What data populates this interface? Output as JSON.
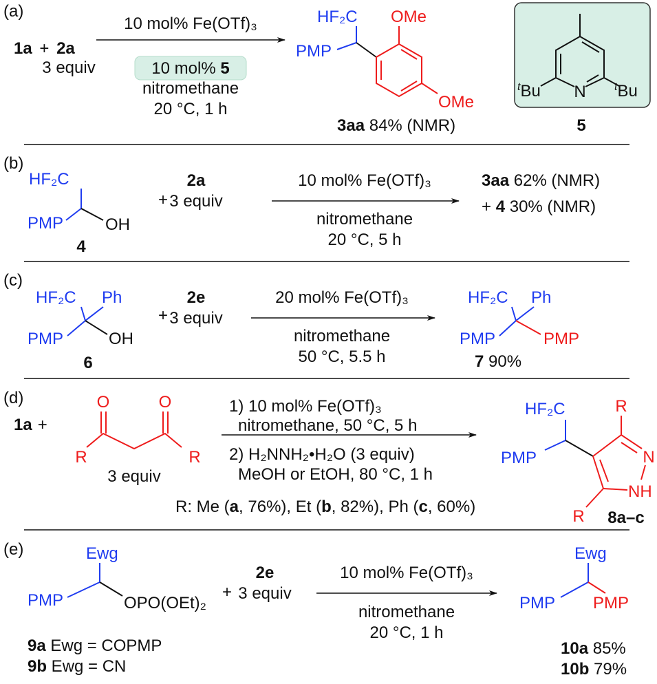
{
  "panel_a": {
    "label": "(a)",
    "reactant1": "1a",
    "plus": "+",
    "reactant2": "2a",
    "equiv": "3 equiv",
    "catalyst": "10 mol% Fe(OTf)₃",
    "additive_prefix": "10 mol% ",
    "additive_id": "5",
    "solvent": "nitromethane",
    "conditions": "20 °C, 1 h",
    "product_hf2c": "HF₂C",
    "product_pmp": "PMP",
    "product_ome_top": "OMe",
    "product_ome_bottom": "OMe",
    "product_id": "3aa",
    "product_yield": " 84% (NMR)",
    "additive_structure": {
      "t": "t",
      "bu": "Bu",
      "n": "N",
      "id": "5"
    },
    "highlight_color": "#d8efe6"
  },
  "panel_b": {
    "label": "(b)",
    "sm_hf2c": "HF₂C",
    "sm_pmp": "PMP",
    "sm_oh": "OH",
    "sm_id": "4",
    "plus": "+",
    "reactant2": "2a",
    "equiv": "3 equiv",
    "catalyst": "10 mol% Fe(OTf)₃",
    "solvent": "nitromethane",
    "conditions": "20 °C, 5 h",
    "product1_id": "3aa",
    "product1_yield": " 62% (NMR)",
    "product2_prefix": "+ ",
    "product2_id": "4",
    "product2_yield": " 30% (NMR)"
  },
  "panel_c": {
    "label": "(c)",
    "sm_hf2c": "HF₂C",
    "sm_ph": "Ph",
    "sm_pmp": "PMP",
    "sm_oh": "OH",
    "sm_id": "6",
    "plus": "+",
    "reactant2": "2e",
    "equiv": "3 equiv",
    "catalyst": "20 mol% Fe(OTf)₃",
    "solvent": "nitromethane",
    "conditions": "50 °C, 5.5 h",
    "product_hf2c": "HF₂C",
    "product_ph": "Ph",
    "product_pmp_blue": "PMP",
    "product_pmp_red": "PMP",
    "product_id": "7",
    "product_yield": " 90%"
  },
  "panel_d": {
    "label": "(d)",
    "reactant1": "1a",
    "plus": "+",
    "diketone_o": "O",
    "diketone_r": "R",
    "equiv": "3 equiv",
    "step1_line1": "1) 10 mol% Fe(OTf)₃",
    "step1_line2": "nitromethane, 50 °C, 5 h",
    "step2_line1": "2) H₂NNH₂•H₂O (3 equiv)",
    "step2_line2": "MeOH or EtOH, 80 °C, 1 h",
    "r_scope": [
      "R: Me (",
      "a",
      ", 76%), Et (",
      "b",
      ", 82%), Ph (",
      "c",
      ", 60%)"
    ],
    "product_hf2c": "HF₂C",
    "product_pmp": "PMP",
    "product_r": "R",
    "product_n": "N",
    "product_nh": "NH",
    "product_id": "8a–c"
  },
  "panel_e": {
    "label": "(e)",
    "sm_ewg": "Ewg",
    "sm_pmp": "PMP",
    "sm_leaving": "OPO(OEt)₂",
    "sm_a_id": "9a",
    "sm_a_desc": " Ewg = COPMP",
    "sm_b_id": "9b",
    "sm_b_desc": " Ewg = CN",
    "plus": "+",
    "reactant2": "2e",
    "equiv": "3 equiv",
    "catalyst": "10 mol% Fe(OTf)₃",
    "solvent": "nitromethane",
    "conditions": "20 °C, 1 h",
    "product_ewg": "Ewg",
    "product_pmp_blue": "PMP",
    "product_pmp_red": "PMP",
    "product_a_id": "10a",
    "product_a_yield": " 85%",
    "product_b_id": "10b",
    "product_b_yield": " 79%"
  },
  "colors": {
    "blue": "#1f3cf0",
    "red": "#ee1c1c"
  }
}
